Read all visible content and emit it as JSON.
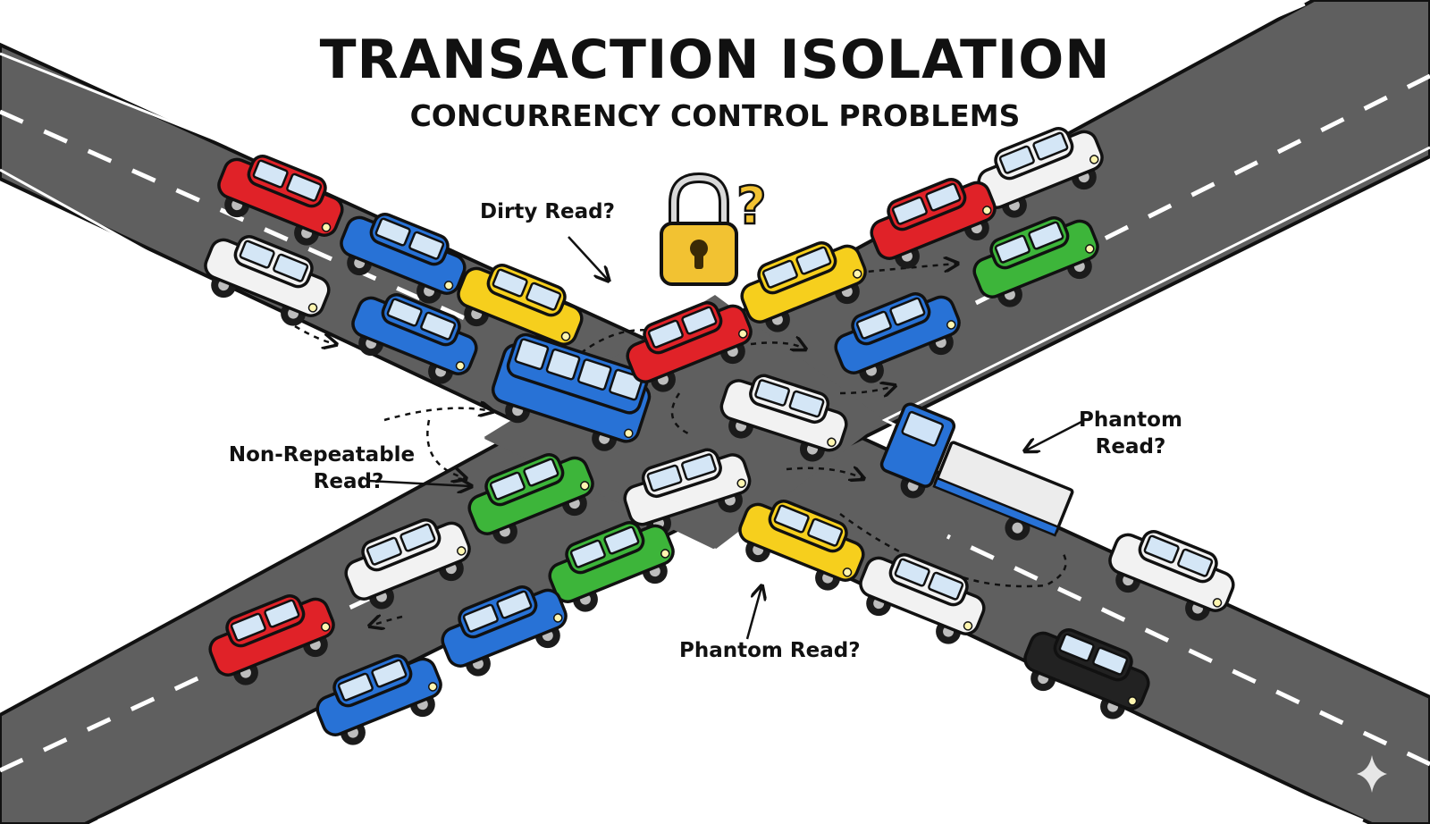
{
  "title": "TRANSACTION ISOLATION",
  "subtitle": "CONCURRENCY CONTROL PROBLEMS",
  "labels": {
    "dirty_read": "Dirty Read?",
    "non_repeatable_line1": "Non-Repeatable",
    "non_repeatable_line2": "Read?",
    "phantom_right_line1": "Phantom",
    "phantom_right_line2": "Read?",
    "phantom_bottom": "Phantom Read?"
  },
  "icons": {
    "lock": "padlock-icon",
    "question": "question-mark-icon",
    "sparkle": "sparkle-icon"
  },
  "colors": {
    "road": "#5f5f5f",
    "lane_mark": "#ffffff",
    "lock_gold": "#f2c232",
    "red_car": "#e02228",
    "blue_car": "#2872d6",
    "yellow_car": "#f6cf1d",
    "green_car": "#3db53a",
    "white_car": "#f2f2f2",
    "black_car": "#222222"
  }
}
